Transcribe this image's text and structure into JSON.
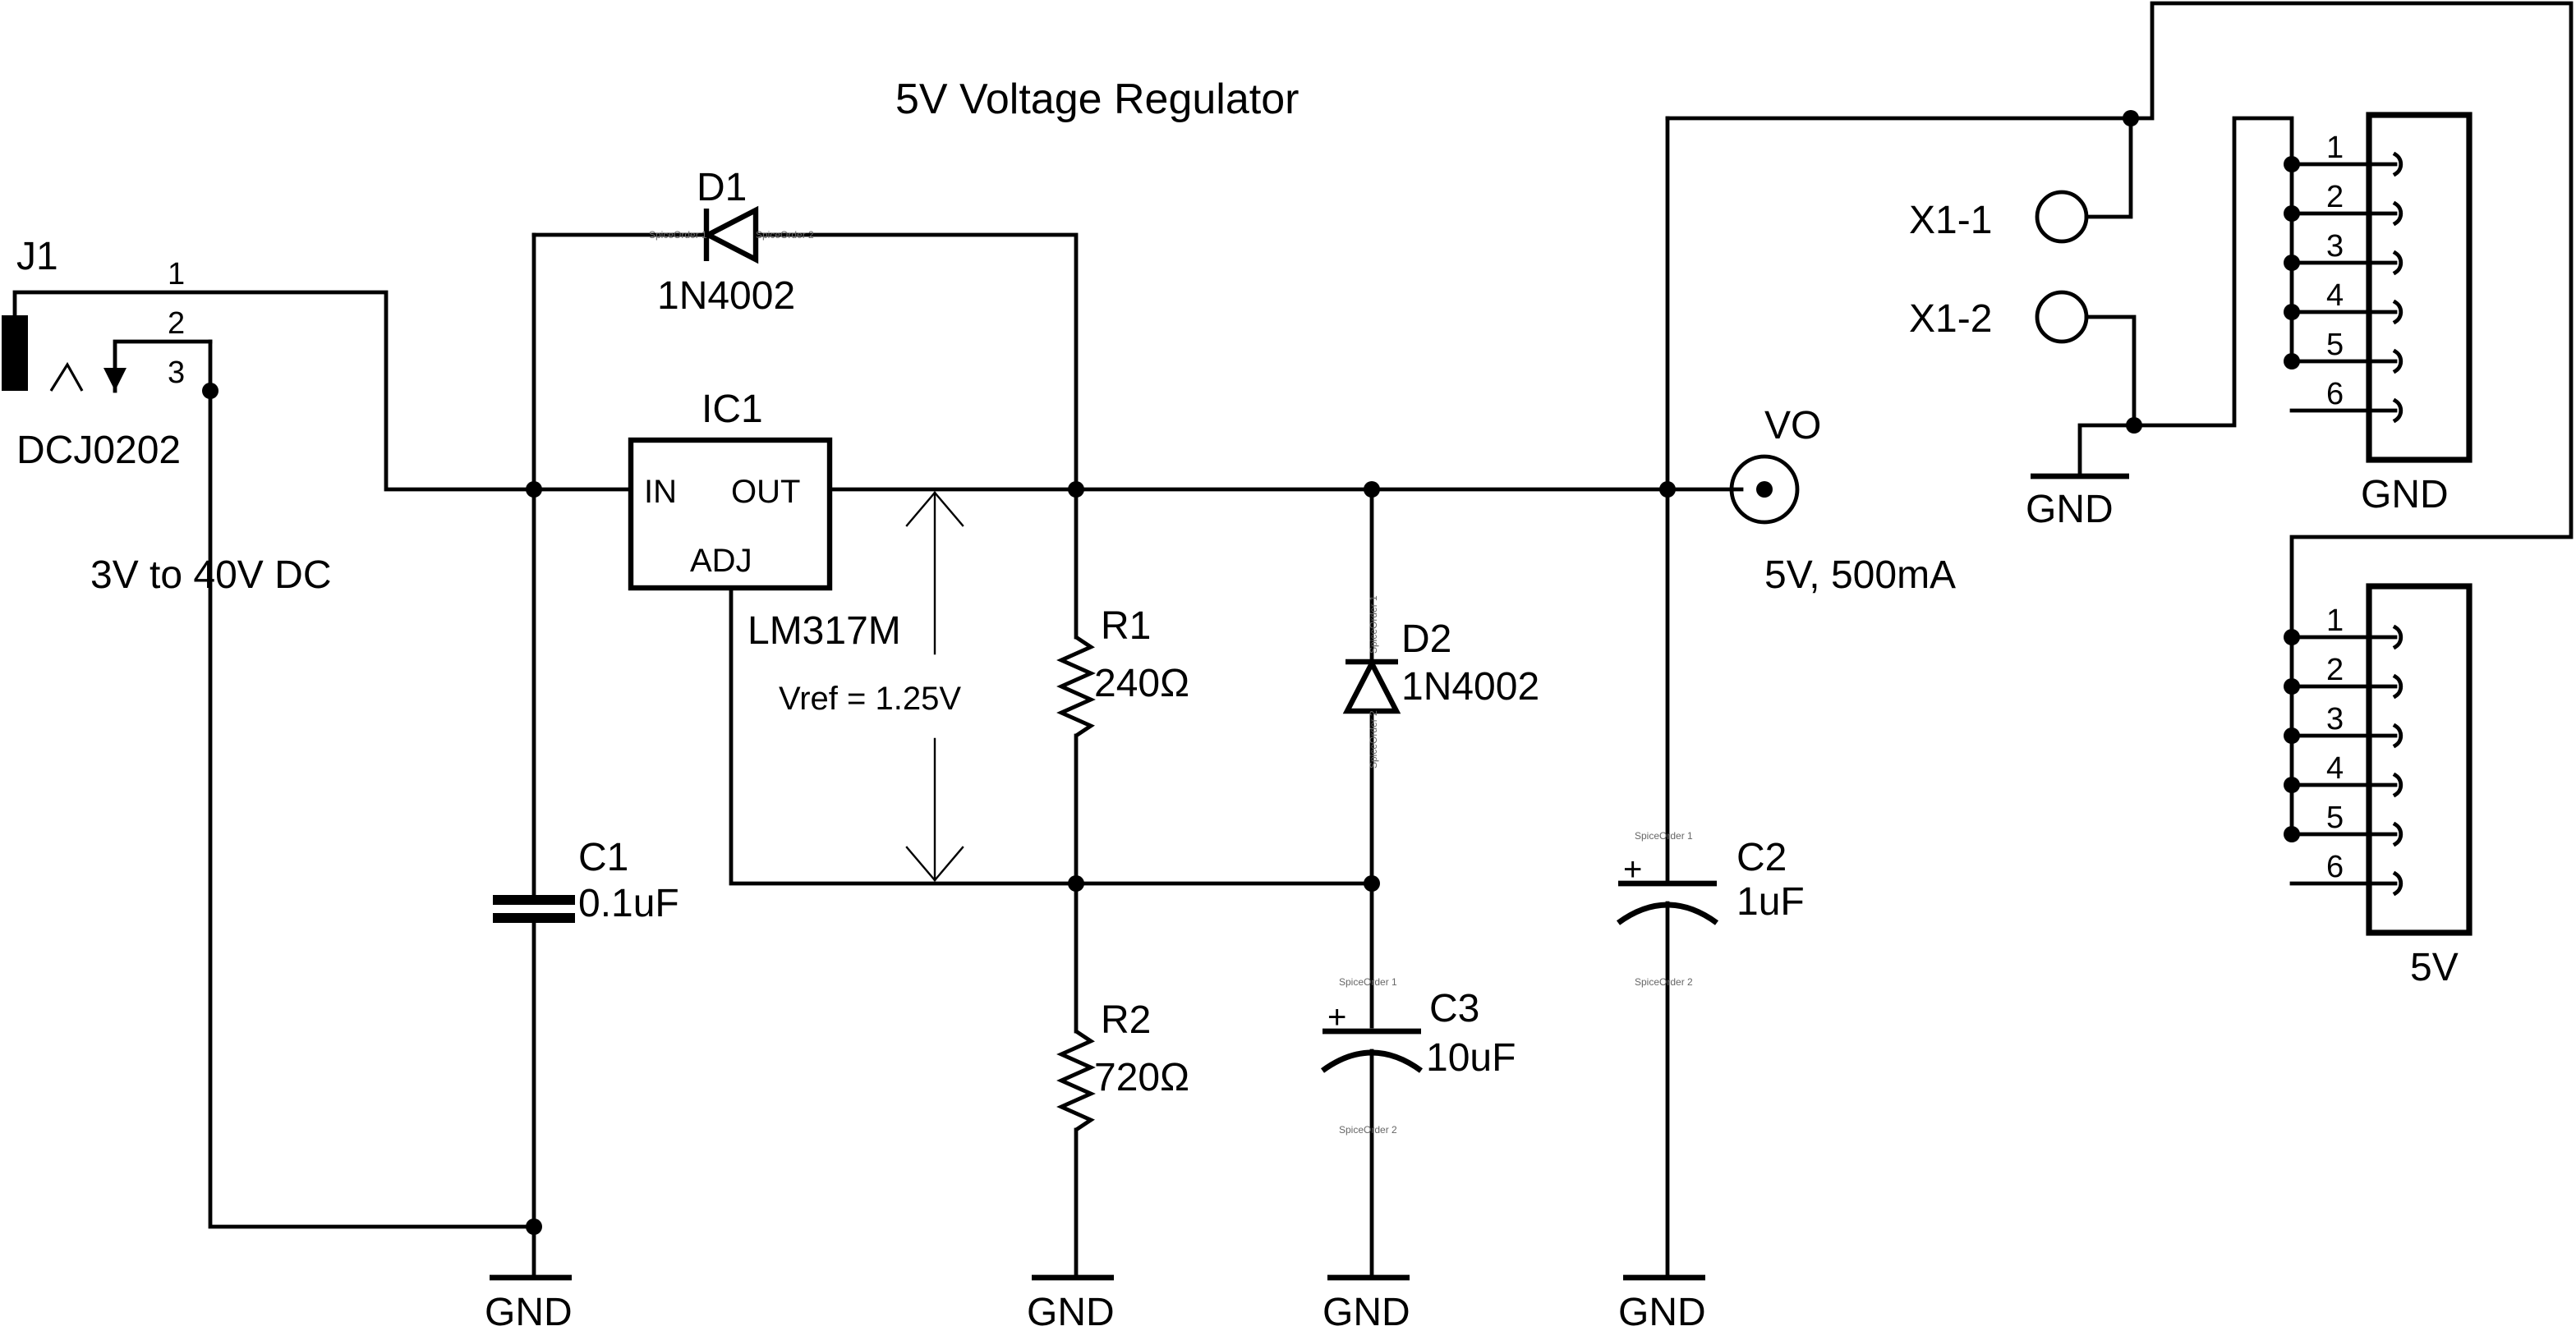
{
  "title": "5V Voltage Regulator",
  "input_jack": {
    "ref": "J1",
    "part": "DCJ0202",
    "pins": [
      "1",
      "2",
      "3"
    ],
    "note": "3V to 40V DC"
  },
  "regulator": {
    "ref": "IC1",
    "part": "LM317M",
    "pin_in": "IN",
    "pin_out": "OUT",
    "pin_adj": "ADJ",
    "vref": "Vref = 1.25V"
  },
  "d1": {
    "ref": "D1",
    "part": "1N4002"
  },
  "d2": {
    "ref": "D2",
    "part": "1N4002"
  },
  "r1": {
    "ref": "R1",
    "value": "240Ω"
  },
  "r2": {
    "ref": "R2",
    "value": "720Ω"
  },
  "c1": {
    "ref": "C1",
    "value": "0.1uF"
  },
  "c2": {
    "ref": "C2",
    "value": "1uF",
    "polarity": "+"
  },
  "c3": {
    "ref": "C3",
    "value": "10uF",
    "polarity": "+"
  },
  "output": {
    "ref": "VO",
    "rating": "5V, 500mA"
  },
  "jumper": {
    "pin1": "X1-1",
    "pin2": "X1-2"
  },
  "header_gnd": {
    "label": "GND",
    "pins": [
      "1",
      "2",
      "3",
      "4",
      "5",
      "6"
    ]
  },
  "header_5v": {
    "label": "5V",
    "pins": [
      "1",
      "2",
      "3",
      "4",
      "5",
      "6"
    ]
  },
  "gnd_label": "GND",
  "spice": {
    "order1": "SpiceOrder 1",
    "order2": "SpiceOrder 2"
  }
}
